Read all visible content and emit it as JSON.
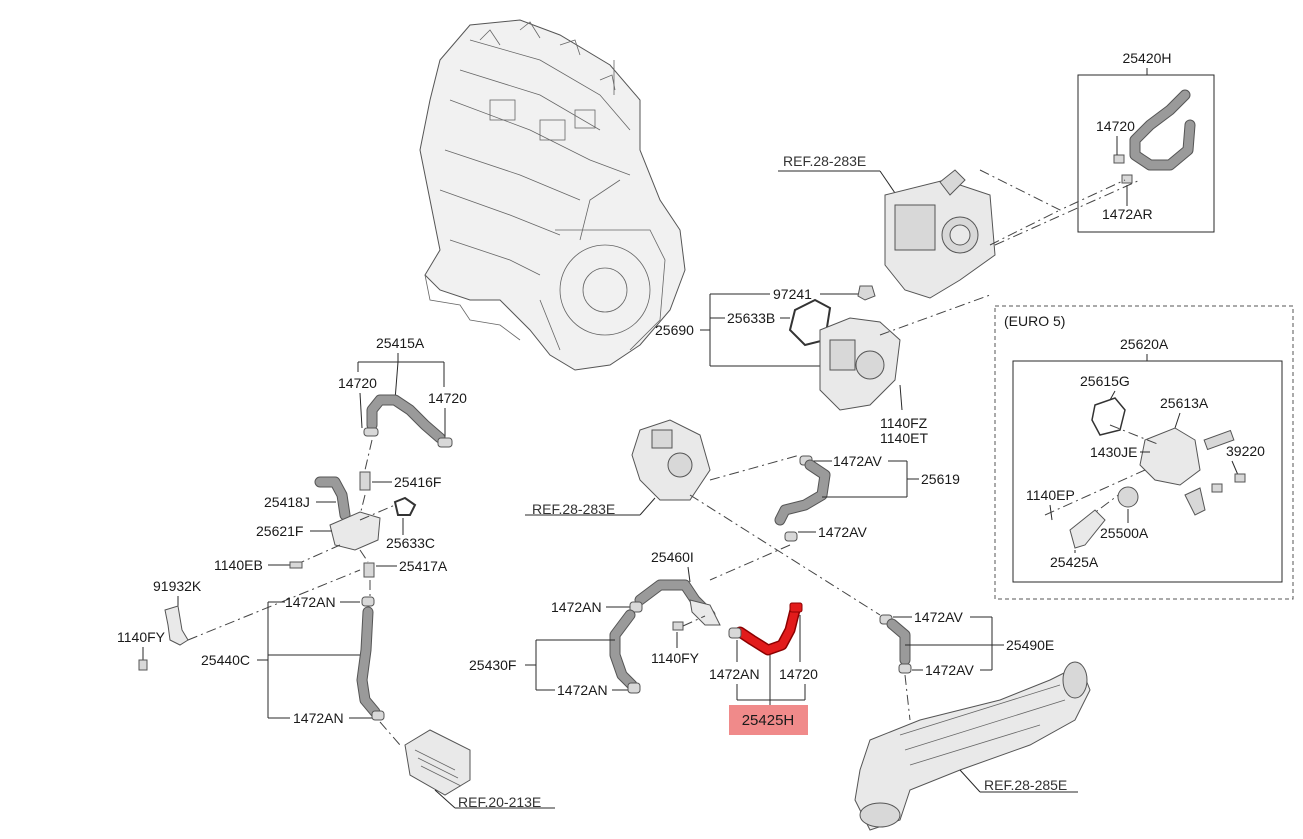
{
  "diagram": {
    "labels": {
      "p25420H": "25420H",
      "p14720_top": "14720",
      "p1472AR": "1472AR",
      "ref28283E_top": "REF.28-283E",
      "p97241": "97241",
      "p25633B": "25633B",
      "p25690": "25690",
      "p1140FZ": "1140FZ",
      "p1140ET": "1140ET",
      "euro5": "(EURO 5)",
      "p25620A": "25620A",
      "p25615G": "25615G",
      "p25613A": "25613A",
      "p1430JE": "1430JE",
      "p39220": "39220",
      "p1140EP": "1140EP",
      "p25500A": "25500A",
      "p25425A": "25425A",
      "p25415A": "25415A",
      "p14720_left_a": "14720",
      "p14720_left_b": "14720",
      "p25416F": "25416F",
      "p25418J": "25418J",
      "p25621F": "25621F",
      "p25633C": "25633C",
      "p1140EB": "1140EB",
      "p25417A": "25417A",
      "p91932K": "91932K",
      "p1140FY_left": "1140FY",
      "p1472AN_a": "1472AN",
      "p25440C": "25440C",
      "p1472AN_b": "1472AN",
      "ref20213E": "REF.20-213E",
      "ref28283E_mid": "REF.28-283E",
      "p1472AV_a": "1472AV",
      "p25619": "25619",
      "p1472AV_b": "1472AV",
      "p25460I": "25460I",
      "p1472AN_c": "1472AN",
      "p25430F": "25430F",
      "p1472AN_d": "1472AN",
      "p1140FY_mid": "1140FY",
      "p1472AN_e": "1472AN",
      "p14720_mid": "14720",
      "p25425H": "25425H",
      "p1472AV_c": "1472AV",
      "p25490E": "25490E",
      "p1472AV_d": "1472AV",
      "ref28285E": "REF.28-285E"
    },
    "colors": {
      "highlight_hose": "#e21b1b",
      "highlight_label_bg": "#f08a8a",
      "line": "#2a2a2a"
    }
  }
}
